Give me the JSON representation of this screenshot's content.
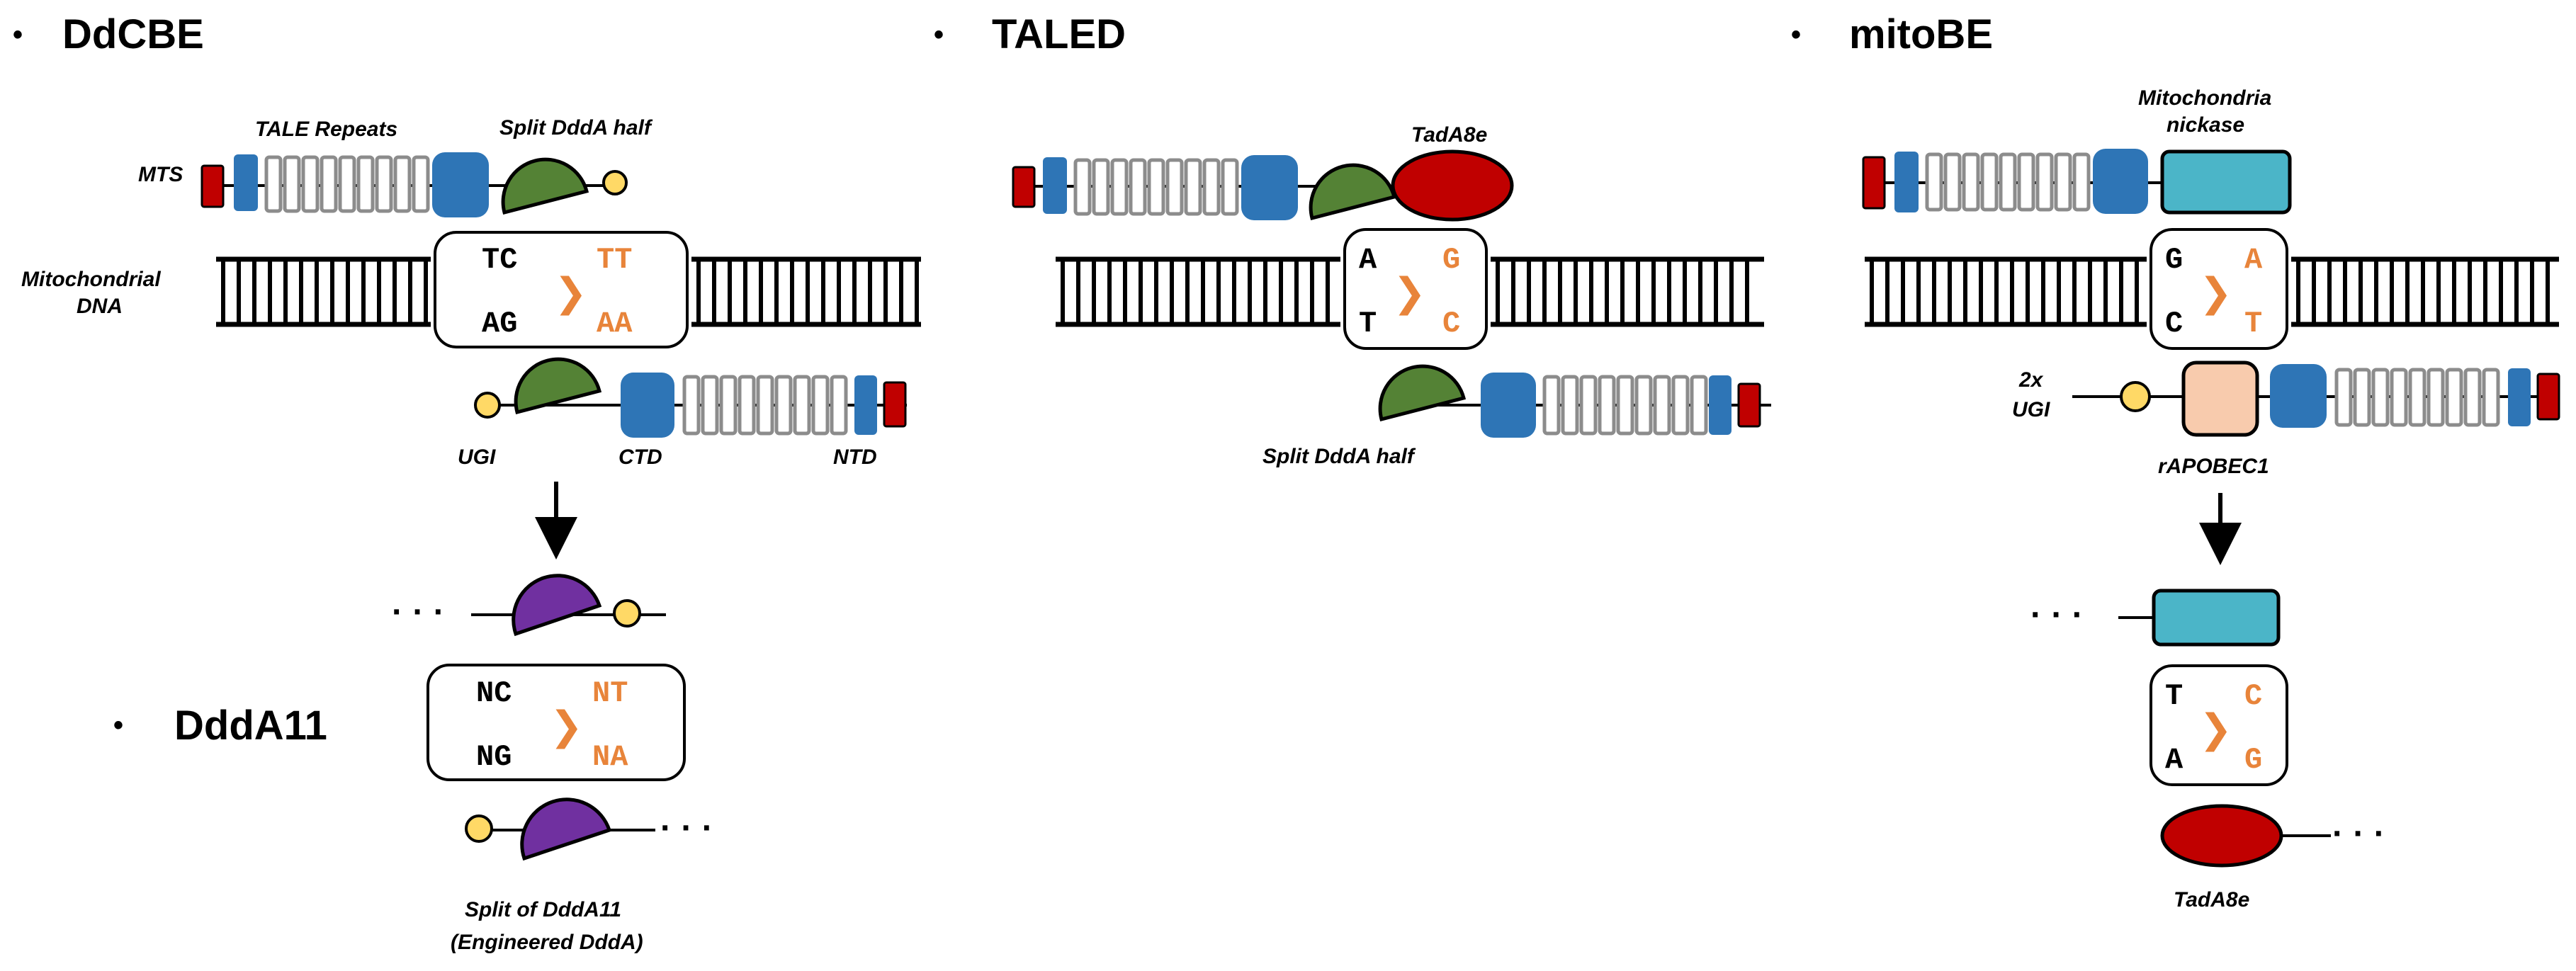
{
  "colors": {
    "mts_red": "#C00000",
    "ntd_blue": "#2E75B6",
    "repeat_gray": "#8C8C8C",
    "ddda_green": "#548235",
    "ugi_yellow": "#FFD966",
    "ddda11_purple": "#7030A0",
    "tada_red": "#C00000",
    "nickase_teal": "#4BB5C8",
    "apobec_peach": "#F8CBAD",
    "edit_orange": "#E8843A"
  },
  "bullet_glyph": "•",
  "ellipsis": "· · ·",
  "edit_arrow": "❯",
  "panels": {
    "ddcbe": {
      "title": "DdCBE",
      "labels": {
        "mts": "MTS",
        "tale_repeats": "TALE Repeats",
        "split_ddda_half": "Split DddA half",
        "mito_dna_line1": "Mitochondrial",
        "mito_dna_line2": "DNA",
        "ugi": "UGI",
        "ctd": "CTD",
        "ntd": "NTD"
      },
      "edit": {
        "from_top": "TC",
        "from_bottom": "AG",
        "to_top": "TT",
        "to_bottom": "AA"
      },
      "icons": [
        "mts-block",
        "ntd-block",
        "tale-repeat",
        "ctd-block",
        "ddda-half",
        "ugi-circle"
      ]
    },
    "ddda11": {
      "title": "DddA11",
      "edit": {
        "from_top": "NC",
        "from_bottom": "NG",
        "to_top": "NT",
        "to_bottom": "NA"
      },
      "label_line1": "Split of DddA11",
      "label_line2": "(Engineered DddA)"
    },
    "taled": {
      "title": "TALED",
      "labels": {
        "tada8e": "TadA8e",
        "split_ddda_half": "Split DddA half"
      },
      "edit": {
        "from_top": "A",
        "from_bottom": "T",
        "to_top": "G",
        "to_bottom": "C"
      }
    },
    "mitobe": {
      "title": "mitoBE",
      "labels": {
        "nickase_line1": "Mitochondria",
        "nickase_line2": "nickase",
        "ugi_line1": "2x",
        "ugi_line2": "UGI",
        "rapobec1": "rAPOBEC1",
        "tada8e": "TadA8e"
      },
      "edit_top": {
        "from_top": "G",
        "from_bottom": "C",
        "to_top": "A",
        "to_bottom": "T"
      },
      "edit_bottom": {
        "from_top": "T",
        "from_bottom": "A",
        "to_top": "C",
        "to_bottom": "G"
      }
    }
  }
}
